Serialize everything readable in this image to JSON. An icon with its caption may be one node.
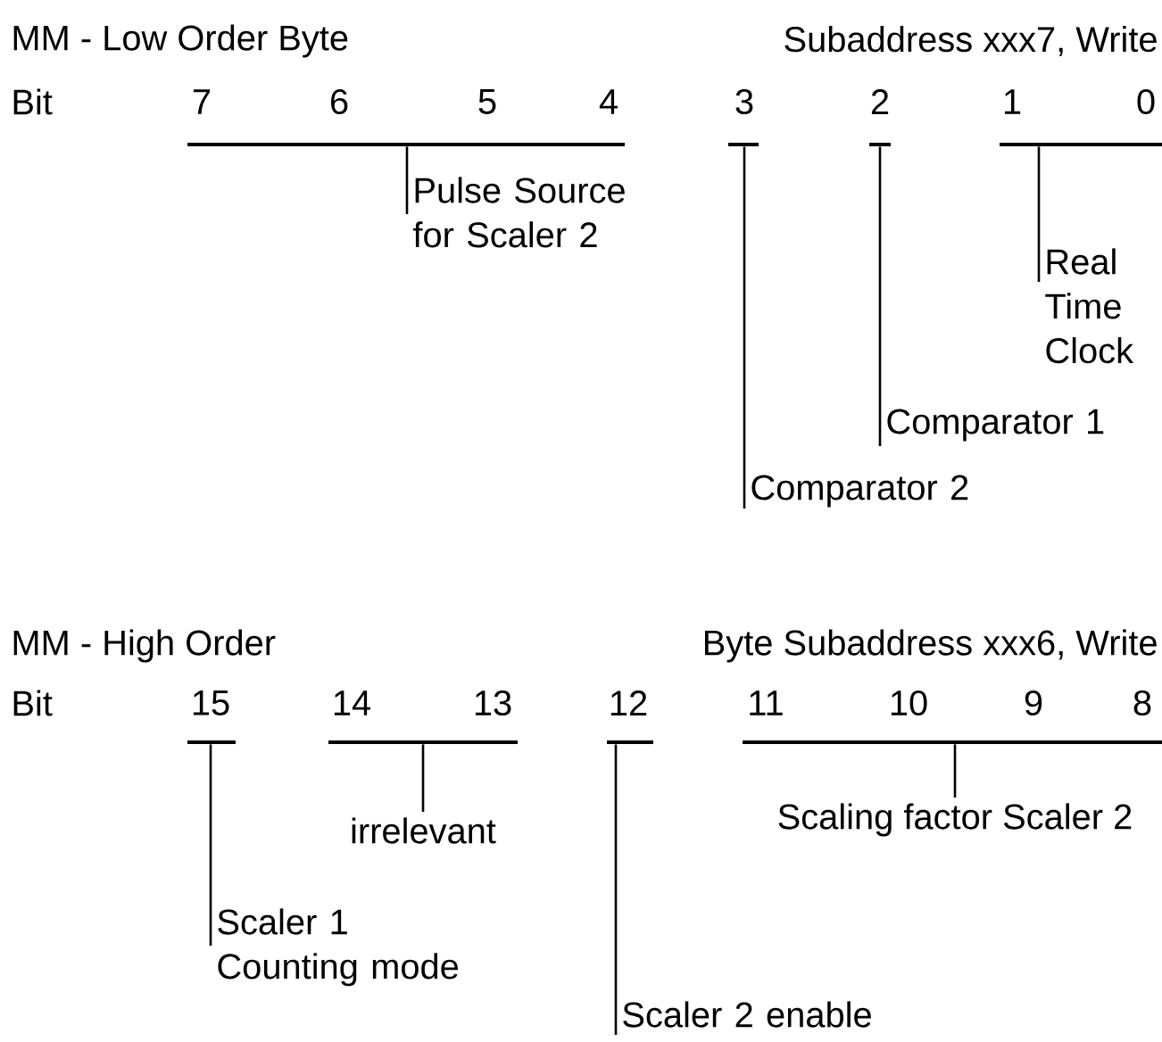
{
  "diagram": {
    "nodes": [
      {
        "text": [],
        "shape": "bar"
      },
      {
        "text": [],
        "shape": "bar"
      },
      {
        "text": [],
        "shape": "bar"
      },
      {
        "text": [],
        "shape": "bar"
      },
      {
        "text": [
          "Pulse Source for Scaler 2"
        ]
      },
      {
        "text": [
          "Real Time Clock"
        ]
      },
      {
        "text": [
          "Comparator 1"
        ]
      },
      {
        "text": [
          "Comparator 2"
        ]
      },
      {
        "text": [],
        "shape": "bar"
      },
      {
        "text": [],
        "shape": "bar"
      },
      {
        "text": [],
        "shape": "bar"
      },
      {
        "text": [],
        "shape": "bar"
      },
      {
        "text": [
          "irrelevant"
        ]
      },
      {
        "text": [
          "Scaling factor Scaler 2"
        ]
      },
      {
        "text": [
          "Scaler 1 Counting mode"
        ]
      },
      {
        "text": [
          "Scaler 2 enable"
        ]
      }
    ],
    "edges": [
      {
        "from": 4,
        "to": 0,
        "arrow": "none"
      },
      {
        "from": 5,
        "to": 3,
        "arrow": "none"
      },
      {
        "from": 6,
        "to": 2,
        "arrow": "none"
      },
      {
        "from": 7,
        "to": 1,
        "arrow": "none"
      },
      {
        "from": 12,
        "to": 9,
        "arrow": "none"
      },
      {
        "from": 13,
        "to": 11,
        "arrow": "none"
      },
      {
        "from": 14,
        "to": 8,
        "arrow": "none"
      },
      {
        "from": 15,
        "to": 10,
        "arrow": "none"
      }
    ],
    "labels": [
      "MM - Low Order Byte",
      "Subaddress xxx7, Write",
      "Bit",
      "7",
      "6",
      "5",
      "4",
      "3",
      "2",
      "1",
      "0",
      "MM - High Order",
      "Byte Subaddress xxx6, Write",
      "Bit",
      "15",
      "14",
      "13",
      "12",
      "11",
      "10",
      "9",
      "8"
    ]
  }
}
